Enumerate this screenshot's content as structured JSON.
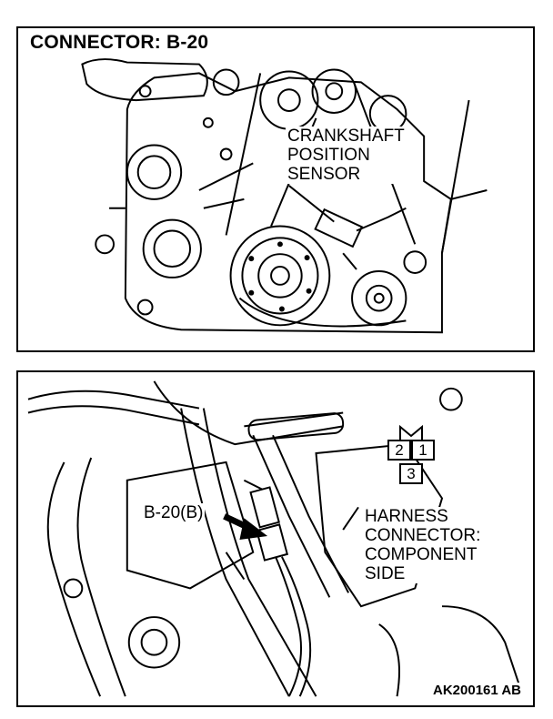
{
  "top_panel": {
    "title": "CONNECTOR: B-20",
    "callout_lines": [
      "CRANKSHAFT",
      "POSITION",
      "SENSOR"
    ]
  },
  "bottom_panel": {
    "connector_label": "B-20(B)",
    "harness_lines": [
      "HARNESS",
      "CONNECTOR:",
      "COMPONENT",
      "SIDE"
    ],
    "pins": [
      "2",
      "1",
      "3"
    ],
    "figure_id": "AK200161 AB"
  },
  "colors": {
    "ink": "#000000",
    "paper": "#ffffff"
  }
}
